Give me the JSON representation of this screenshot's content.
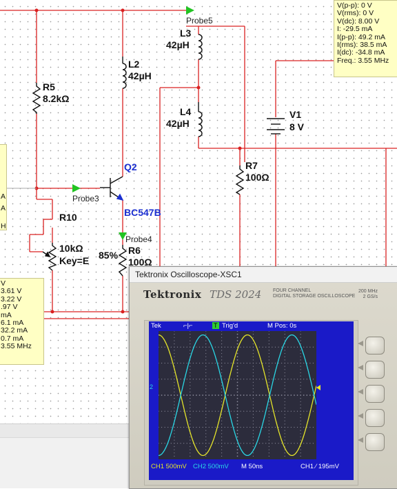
{
  "schematic": {
    "probe5": "Probe5",
    "probe3": "Probe3",
    "probe4": "Probe4",
    "l3": {
      "name": "L3",
      "value": "42µH"
    },
    "l2": {
      "name": "L2",
      "value": "42µH"
    },
    "l4": {
      "name": "L4",
      "value": "42µH"
    },
    "r5": {
      "name": "R5",
      "value": "8.2kΩ"
    },
    "r7": {
      "name": "R7",
      "value": "100Ω"
    },
    "r6": {
      "name": "R6",
      "value": "100Ω"
    },
    "r10": {
      "name": "R10",
      "value": "10kΩ",
      "key": "Key=E",
      "percent": "85%"
    },
    "q2": {
      "name": "Q2",
      "model": "BC547B"
    },
    "v1": {
      "name": "V1",
      "value": "8 V"
    }
  },
  "probe_readouts": {
    "top_right": [
      "V(p-p): 0 V",
      "V(rms): 0 V",
      "V(dc): 8.00 V",
      "I: -29.5 mA",
      "I(p-p): 49.2 mA",
      "I(rms): 38.5 mA",
      "I(dc): -34.8 mA",
      "Freq.: 3.55 MHz"
    ],
    "left_mid": [
      "A",
      "A",
      "Hz"
    ],
    "left_low": [
      "V",
      "3.61 V",
      "3.22 V",
      ".97 V",
      "mA",
      "6.1 mA",
      "32.2 mA",
      "0.7 mA",
      "3.55 MHz"
    ]
  },
  "oscilloscope": {
    "window_title": "Tektronix Oscilloscope-XSC1",
    "brand": "Tektronix",
    "model": "TDS 2024",
    "model_sub": [
      "FOUR CHANNEL",
      "DIGITAL STORAGE OSCILLOSCOPE"
    ],
    "spec": [
      "200 MHz",
      "2 GS/s"
    ],
    "status": "Tek",
    "trig_badge": "T",
    "trig_status": "Trig'd",
    "mpos": "M Pos: 0s",
    "ch1": "CH1  500mV",
    "ch2": "CH2  500mV",
    "timebase": "M 50ns",
    "trigger_info": "CH1 ∕ 195mV",
    "ch2_marker": "2",
    "colors": {
      "ch1": "#e6e62a",
      "ch2": "#2ad8e6",
      "screen": "#1a1ac8"
    }
  }
}
